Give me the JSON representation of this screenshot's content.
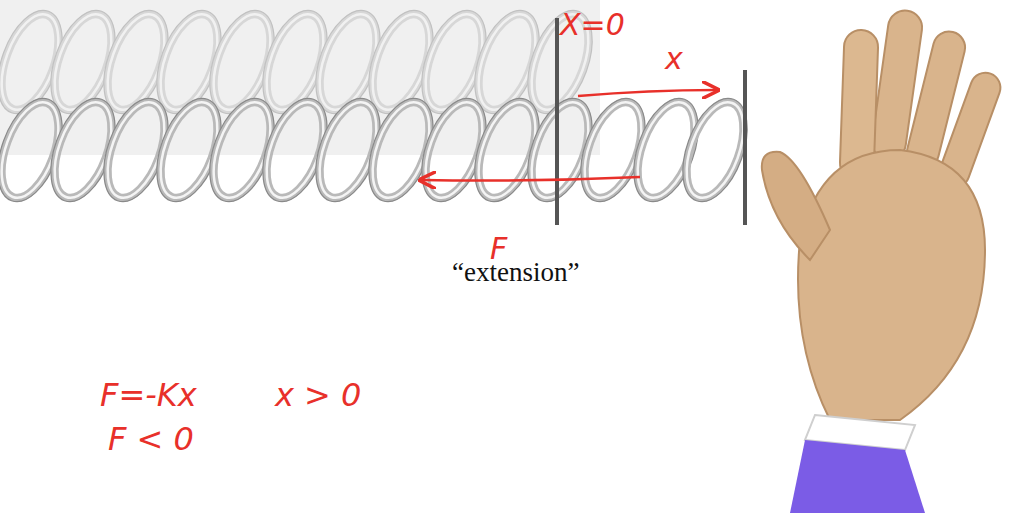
{
  "diagram": {
    "labels": [
      "X=0",
      "x",
      "F",
      "“extension”",
      "F=-Kx",
      "x > 0",
      "F < 0"
    ]
  }
}
